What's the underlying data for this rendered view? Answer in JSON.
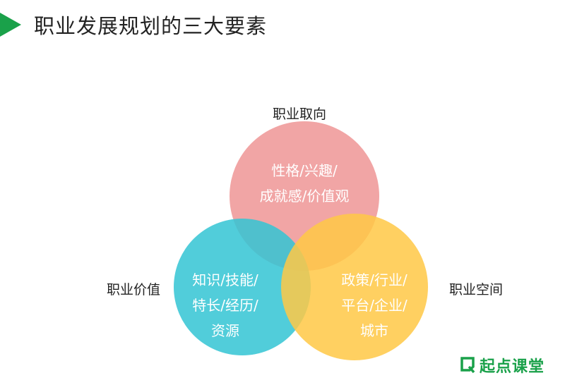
{
  "title": "职业发展规划的三大要素",
  "diagram": {
    "type": "venn",
    "circles": [
      {
        "id": "orientation",
        "label": "职业取向",
        "lines": [
          "性格/兴趣/",
          "成就感/价值观"
        ],
        "color": "#f09b9b"
      },
      {
        "id": "value",
        "label": "职业价值",
        "lines": [
          "知识/技能/",
          "特长/经历/",
          "资源"
        ],
        "color": "#33c4d4"
      },
      {
        "id": "space",
        "label": "职业空间",
        "lines": [
          "政策/行业/",
          "平台/企业/",
          "城市"
        ],
        "color": "#ffc845"
      }
    ]
  },
  "brand": {
    "name": "起点课堂",
    "color": "#1aa14a"
  }
}
